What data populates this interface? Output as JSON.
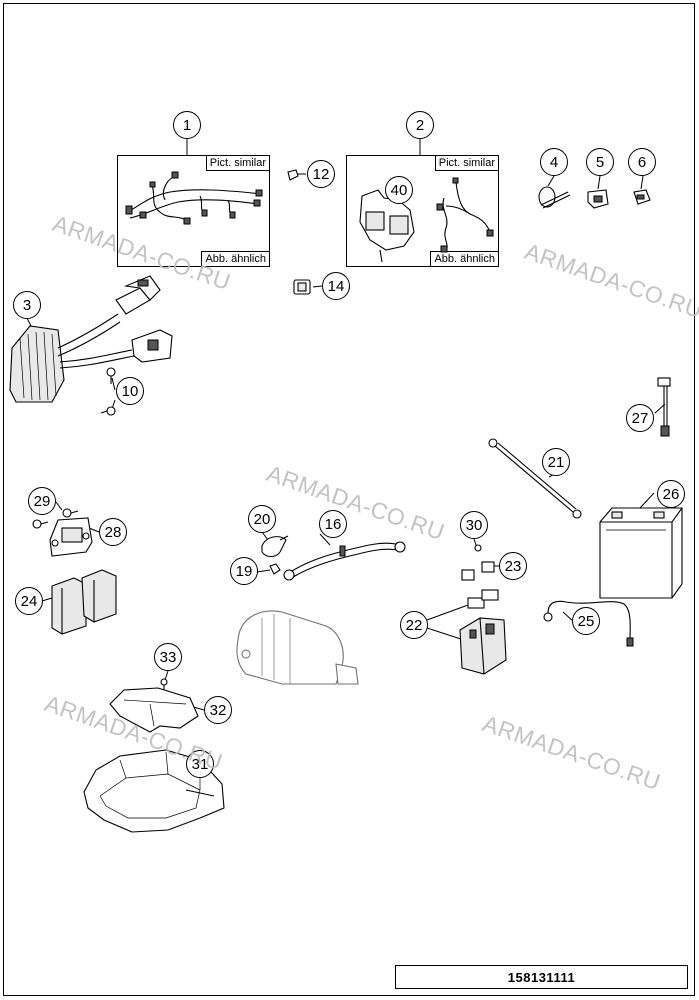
{
  "panels": {
    "harness_main": {
      "tag_top": "Pict. similar",
      "tag_bottom": "Abb. ähnlich"
    },
    "harness_sub": {
      "tag_top": "Pict. similar",
      "tag_bottom": "Abb. ähnlich"
    }
  },
  "callouts": [
    "1",
    "2",
    "3",
    "4",
    "5",
    "6",
    "10",
    "12",
    "14",
    "40",
    "16",
    "19",
    "20",
    "21",
    "22",
    "23",
    "24",
    "25",
    "26",
    "27",
    "28",
    "29",
    "30",
    "31",
    "32",
    "33"
  ],
  "watermarks": [
    "ARMADA-CO.RU",
    "ARMADA-CO.RU",
    "ARMADA-CO.RU",
    "ARMADA-CO.RU",
    "ARMADA-CO.RU"
  ],
  "drawing_code": "158131111"
}
